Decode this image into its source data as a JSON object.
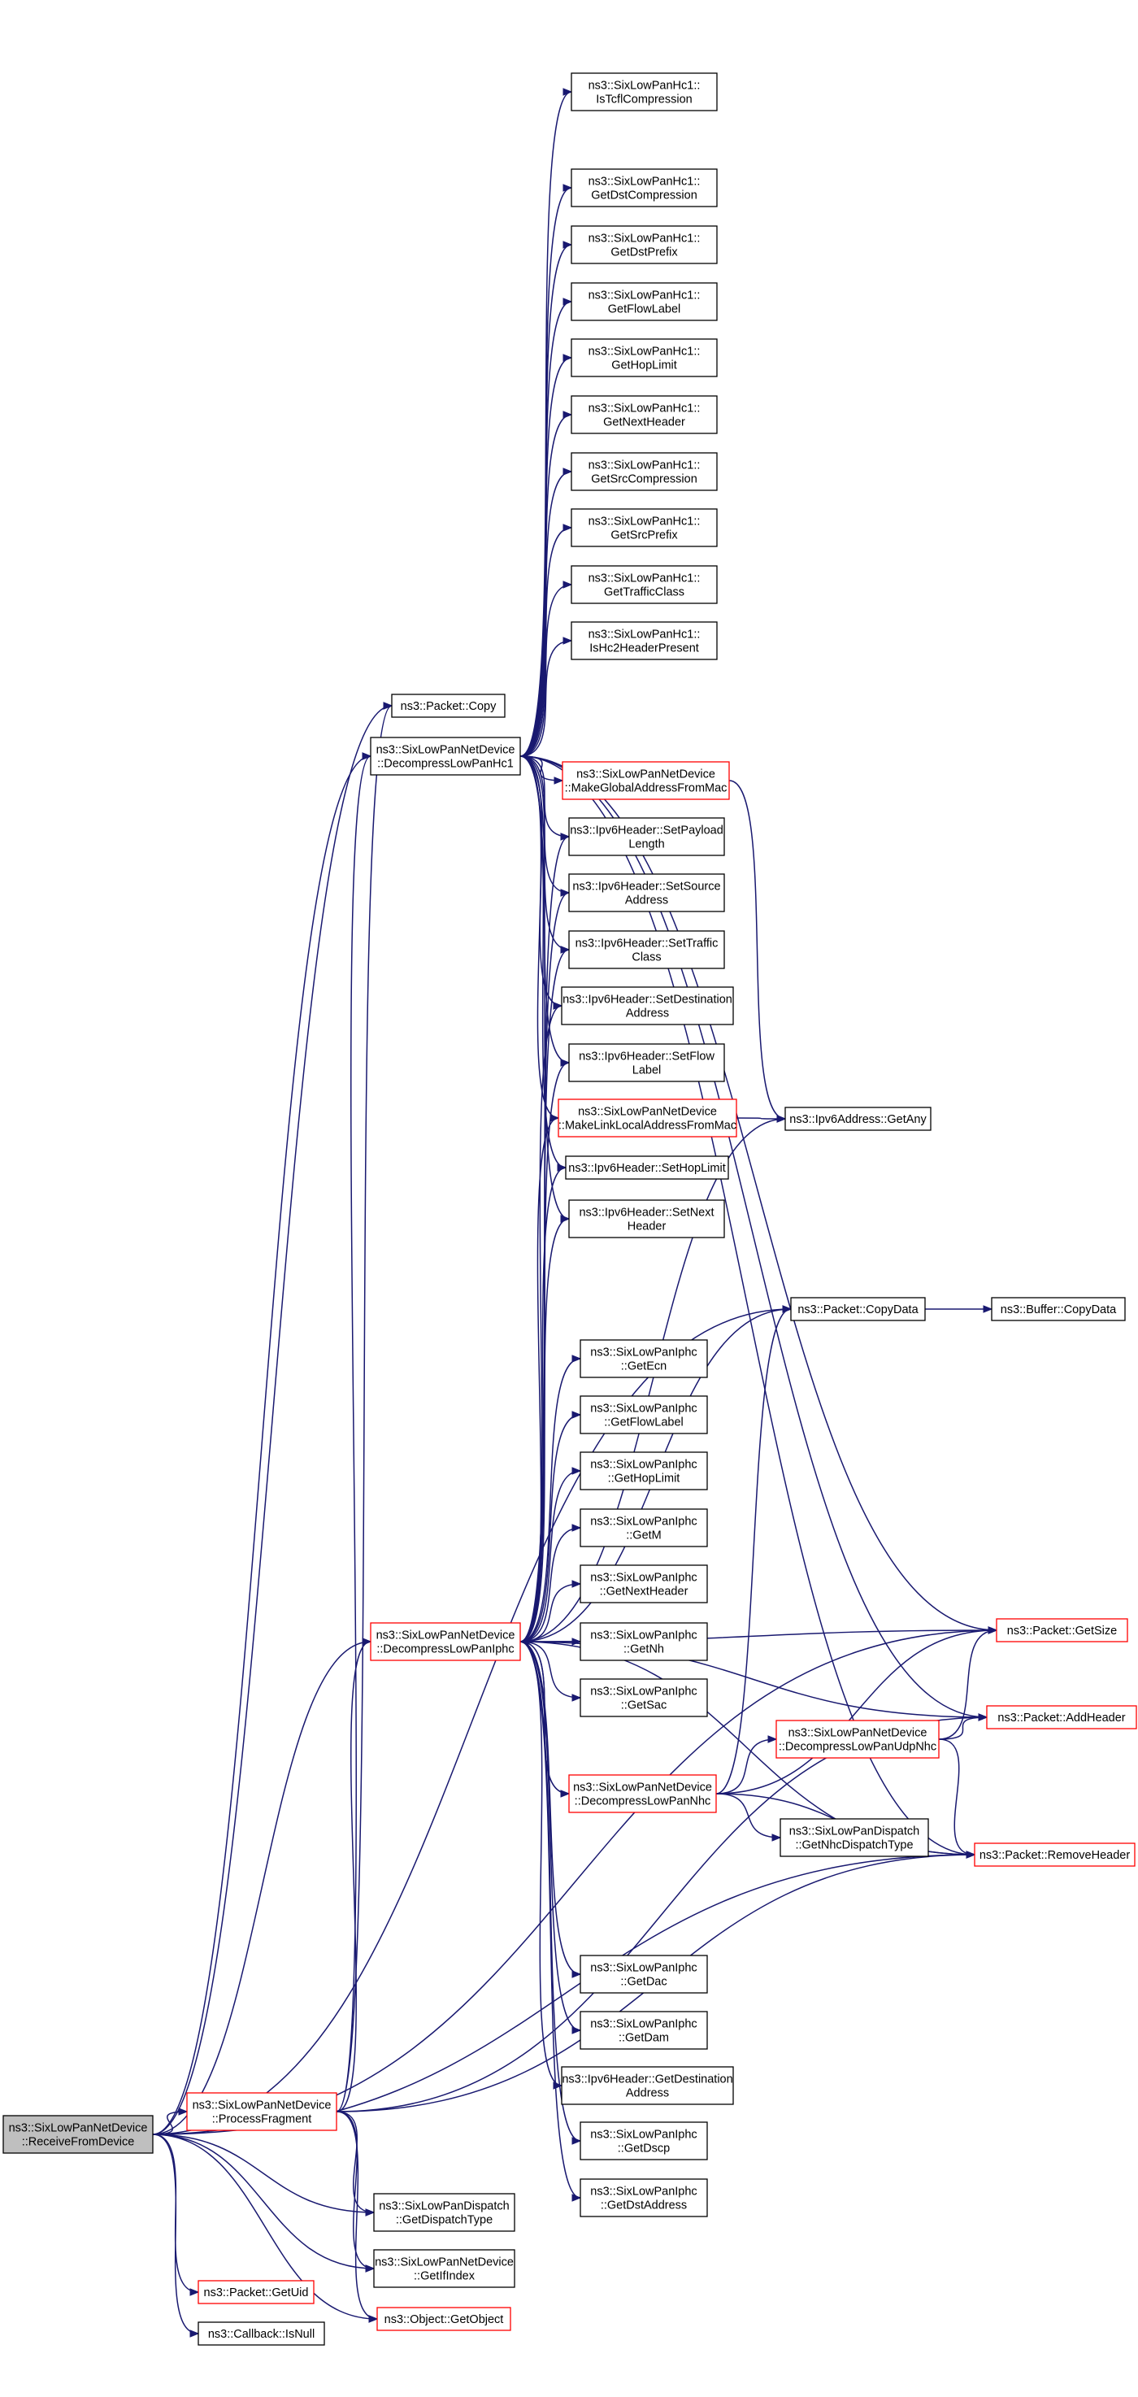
{
  "diagram": {
    "title": "",
    "colors": {
      "edge": "#191970",
      "box_border": "#000000",
      "truncated_border": "#ff0000",
      "root_fill": "#bfbfbf",
      "background": "#ffffff"
    },
    "nodes": [
      {
        "id": "root",
        "lines": [
          "ns3::SixLowPanNetDevice",
          "::ReceiveFromDevice"
        ],
        "kind": "root"
      },
      {
        "id": "isTcflc",
        "lines": [
          "ns3::SixLowPanHc1::",
          "IsTcflCompression"
        ],
        "kind": "normal"
      },
      {
        "id": "getDstComp",
        "lines": [
          "ns3::SixLowPanHc1::",
          "GetDstCompression"
        ],
        "kind": "normal"
      },
      {
        "id": "getDstPrefix",
        "lines": [
          "ns3::SixLowPanHc1::",
          "GetDstPrefix"
        ],
        "kind": "normal"
      },
      {
        "id": "getFlowLabelHc1",
        "lines": [
          "ns3::SixLowPanHc1::",
          "GetFlowLabel"
        ],
        "kind": "normal"
      },
      {
        "id": "getHopLimitHc1",
        "lines": [
          "ns3::SixLowPanHc1::",
          "GetHopLimit"
        ],
        "kind": "normal"
      },
      {
        "id": "getNextHeaderHc1",
        "lines": [
          "ns3::SixLowPanHc1::",
          "GetNextHeader"
        ],
        "kind": "normal"
      },
      {
        "id": "getSrcComp",
        "lines": [
          "ns3::SixLowPanHc1::",
          "GetSrcCompression"
        ],
        "kind": "normal"
      },
      {
        "id": "getSrcPrefix",
        "lines": [
          "ns3::SixLowPanHc1::",
          "GetSrcPrefix"
        ],
        "kind": "normal"
      },
      {
        "id": "getTrafficClass",
        "lines": [
          "ns3::SixLowPanHc1::",
          "GetTrafficClass"
        ],
        "kind": "normal"
      },
      {
        "id": "isHc2",
        "lines": [
          "ns3::SixLowPanHc1::",
          "IsHc2HeaderPresent"
        ],
        "kind": "normal"
      },
      {
        "id": "packetCopy",
        "lines": [
          "ns3::Packet::Copy"
        ],
        "kind": "normal"
      },
      {
        "id": "decompHc1",
        "lines": [
          "ns3::SixLowPanNetDevice",
          "::DecompressLowPanHc1"
        ],
        "kind": "normal"
      },
      {
        "id": "makeGlobal",
        "lines": [
          "ns3::SixLowPanNetDevice",
          "::MakeGlobalAddressFromMac"
        ],
        "kind": "truncated"
      },
      {
        "id": "setPayload",
        "lines": [
          "ns3::Ipv6Header::SetPayload",
          "Length"
        ],
        "kind": "normal"
      },
      {
        "id": "setSource",
        "lines": [
          "ns3::Ipv6Header::SetSource",
          "Address"
        ],
        "kind": "normal"
      },
      {
        "id": "setTraffic",
        "lines": [
          "ns3::Ipv6Header::SetTraffic",
          "Class"
        ],
        "kind": "normal"
      },
      {
        "id": "setDest",
        "lines": [
          "ns3::Ipv6Header::SetDestination",
          "Address"
        ],
        "kind": "normal"
      },
      {
        "id": "setFlow",
        "lines": [
          "ns3::Ipv6Header::SetFlow",
          "Label"
        ],
        "kind": "normal"
      },
      {
        "id": "makeLinkLocal",
        "lines": [
          "ns3::SixLowPanNetDevice",
          "::MakeLinkLocalAddressFromMac"
        ],
        "kind": "truncated"
      },
      {
        "id": "getAny",
        "lines": [
          "ns3::Ipv6Address::GetAny"
        ],
        "kind": "normal"
      },
      {
        "id": "setHopLimit",
        "lines": [
          "ns3::Ipv6Header::SetHopLimit"
        ],
        "kind": "normal"
      },
      {
        "id": "setNext",
        "lines": [
          "ns3::Ipv6Header::SetNext",
          "Header"
        ],
        "kind": "normal"
      },
      {
        "id": "copyData",
        "lines": [
          "ns3::Packet::CopyData"
        ],
        "kind": "normal"
      },
      {
        "id": "bufferCopy",
        "lines": [
          "ns3::Buffer::CopyData"
        ],
        "kind": "normal"
      },
      {
        "id": "getEcn",
        "lines": [
          "ns3::SixLowPanIphc",
          "::GetEcn"
        ],
        "kind": "normal"
      },
      {
        "id": "getFlowLabelIphc",
        "lines": [
          "ns3::SixLowPanIphc",
          "::GetFlowLabel"
        ],
        "kind": "normal"
      },
      {
        "id": "getHopLimitIphc",
        "lines": [
          "ns3::SixLowPanIphc",
          "::GetHopLimit"
        ],
        "kind": "normal"
      },
      {
        "id": "getM",
        "lines": [
          "ns3::SixLowPanIphc",
          "::GetM"
        ],
        "kind": "normal"
      },
      {
        "id": "getNextHeaderIphc",
        "lines": [
          "ns3::SixLowPanIphc",
          "::GetNextHeader"
        ],
        "kind": "normal"
      },
      {
        "id": "getNh",
        "lines": [
          "ns3::SixLowPanIphc",
          "::GetNh"
        ],
        "kind": "normal"
      },
      {
        "id": "getSac",
        "lines": [
          "ns3::SixLowPanIphc",
          "::GetSac"
        ],
        "kind": "normal"
      },
      {
        "id": "decompIphc",
        "lines": [
          "ns3::SixLowPanNetDevice",
          "::DecompressLowPanIphc"
        ],
        "kind": "truncated"
      },
      {
        "id": "getSize",
        "lines": [
          "ns3::Packet::GetSize"
        ],
        "kind": "truncated"
      },
      {
        "id": "addHeader",
        "lines": [
          "ns3::Packet::AddHeader"
        ],
        "kind": "truncated"
      },
      {
        "id": "decompUdp",
        "lines": [
          "ns3::SixLowPanNetDevice",
          "::DecompressLowPanUdpNhc"
        ],
        "kind": "truncated"
      },
      {
        "id": "decompNhc",
        "lines": [
          "ns3::SixLowPanNetDevice",
          "::DecompressLowPanNhc"
        ],
        "kind": "truncated"
      },
      {
        "id": "getNhcDispatch",
        "lines": [
          "ns3::SixLowPanDispatch",
          "::GetNhcDispatchType"
        ],
        "kind": "normal"
      },
      {
        "id": "removeHeader",
        "lines": [
          "ns3::Packet::RemoveHeader"
        ],
        "kind": "truncated"
      },
      {
        "id": "getDac",
        "lines": [
          "ns3::SixLowPanIphc",
          "::GetDac"
        ],
        "kind": "normal"
      },
      {
        "id": "getDam",
        "lines": [
          "ns3::SixLowPanIphc",
          "::GetDam"
        ],
        "kind": "normal"
      },
      {
        "id": "getDestAddr",
        "lines": [
          "ns3::Ipv6Header::GetDestination",
          "Address"
        ],
        "kind": "normal"
      },
      {
        "id": "getDscp",
        "lines": [
          "ns3::SixLowPanIphc",
          "::GetDscp"
        ],
        "kind": "normal"
      },
      {
        "id": "getDstAddress",
        "lines": [
          "ns3::SixLowPanIphc",
          "::GetDstAddress"
        ],
        "kind": "normal"
      },
      {
        "id": "processFragment",
        "lines": [
          "ns3::SixLowPanNetDevice",
          "::ProcessFragment"
        ],
        "kind": "truncated"
      },
      {
        "id": "getDispatch",
        "lines": [
          "ns3::SixLowPanDispatch",
          "::GetDispatchType"
        ],
        "kind": "normal"
      },
      {
        "id": "getIfIndex",
        "lines": [
          "ns3::SixLowPanNetDevice",
          "::GetIfIndex"
        ],
        "kind": "normal"
      },
      {
        "id": "getUid",
        "lines": [
          "ns3::Packet::GetUid"
        ],
        "kind": "truncated"
      },
      {
        "id": "getObject",
        "lines": [
          "ns3::Object::GetObject"
        ],
        "kind": "truncated"
      },
      {
        "id": "isNull",
        "lines": [
          "ns3::Callback::IsNull"
        ],
        "kind": "normal"
      }
    ],
    "edges": [
      [
        "root",
        "packetCopy"
      ],
      [
        "root",
        "decompHc1"
      ],
      [
        "root",
        "copyData"
      ],
      [
        "root",
        "getSize"
      ],
      [
        "root",
        "decompIphc"
      ],
      [
        "root",
        "processFragment"
      ],
      [
        "root",
        "getDispatch"
      ],
      [
        "root",
        "getIfIndex"
      ],
      [
        "root",
        "getUid"
      ],
      [
        "root",
        "isNull"
      ],
      [
        "root",
        "removeHeader"
      ],
      [
        "root",
        "getObject"
      ],
      [
        "decompHc1",
        "isTcflc"
      ],
      [
        "decompHc1",
        "getDstComp"
      ],
      [
        "decompHc1",
        "getDstPrefix"
      ],
      [
        "decompHc1",
        "getFlowLabelHc1"
      ],
      [
        "decompHc1",
        "getHopLimitHc1"
      ],
      [
        "decompHc1",
        "getNextHeaderHc1"
      ],
      [
        "decompHc1",
        "getSrcComp"
      ],
      [
        "decompHc1",
        "getSrcPrefix"
      ],
      [
        "decompHc1",
        "getTrafficClass"
      ],
      [
        "decompHc1",
        "isHc2"
      ],
      [
        "decompHc1",
        "makeGlobal"
      ],
      [
        "decompHc1",
        "setPayload"
      ],
      [
        "decompHc1",
        "setSource"
      ],
      [
        "decompHc1",
        "setTraffic"
      ],
      [
        "decompHc1",
        "setDest"
      ],
      [
        "decompHc1",
        "setFlow"
      ],
      [
        "decompHc1",
        "makeLinkLocal"
      ],
      [
        "decompHc1",
        "setHopLimit"
      ],
      [
        "decompHc1",
        "setNext"
      ],
      [
        "decompHc1",
        "getSize"
      ],
      [
        "decompHc1",
        "addHeader"
      ],
      [
        "decompHc1",
        "removeHeader"
      ],
      [
        "makeGlobal",
        "getAny"
      ],
      [
        "makeLinkLocal",
        "getAny"
      ],
      [
        "copyData",
        "bufferCopy"
      ],
      [
        "decompIphc",
        "setPayload"
      ],
      [
        "decompIphc",
        "setSource"
      ],
      [
        "decompIphc",
        "setTraffic"
      ],
      [
        "decompIphc",
        "setDest"
      ],
      [
        "decompIphc",
        "setFlow"
      ],
      [
        "decompIphc",
        "makeLinkLocal"
      ],
      [
        "decompIphc",
        "setHopLimit"
      ],
      [
        "decompIphc",
        "setNext"
      ],
      [
        "decompIphc",
        "getAny"
      ],
      [
        "decompIphc",
        "copyData"
      ],
      [
        "decompIphc",
        "getEcn"
      ],
      [
        "decompIphc",
        "getFlowLabelIphc"
      ],
      [
        "decompIphc",
        "getHopLimitIphc"
      ],
      [
        "decompIphc",
        "getM"
      ],
      [
        "decompIphc",
        "getNextHeaderIphc"
      ],
      [
        "decompIphc",
        "getNh"
      ],
      [
        "decompIphc",
        "getSac"
      ],
      [
        "decompIphc",
        "getSize"
      ],
      [
        "decompIphc",
        "decompNhc"
      ],
      [
        "decompIphc",
        "addHeader"
      ],
      [
        "decompIphc",
        "removeHeader"
      ],
      [
        "decompIphc",
        "getDac"
      ],
      [
        "decompIphc",
        "getDam"
      ],
      [
        "decompIphc",
        "getDestAddr"
      ],
      [
        "decompIphc",
        "getDscp"
      ],
      [
        "decompIphc",
        "getDstAddress"
      ],
      [
        "decompNhc",
        "decompIphc"
      ],
      [
        "decompNhc",
        "copyData"
      ],
      [
        "decompNhc",
        "getSize"
      ],
      [
        "decompNhc",
        "decompUdp"
      ],
      [
        "decompNhc",
        "getNhcDispatch"
      ],
      [
        "decompNhc",
        "removeHeader"
      ],
      [
        "decompUdp",
        "getSize"
      ],
      [
        "decompUdp",
        "addHeader"
      ],
      [
        "decompUdp",
        "removeHeader"
      ],
      [
        "processFragment",
        "packetCopy"
      ],
      [
        "processFragment",
        "decompHc1"
      ],
      [
        "processFragment",
        "decompIphc"
      ],
      [
        "processFragment",
        "getDispatch"
      ],
      [
        "processFragment",
        "getIfIndex"
      ],
      [
        "processFragment",
        "getObject"
      ],
      [
        "processFragment",
        "removeHeader"
      ],
      [
        "processFragment",
        "addHeader"
      ]
    ]
  }
}
